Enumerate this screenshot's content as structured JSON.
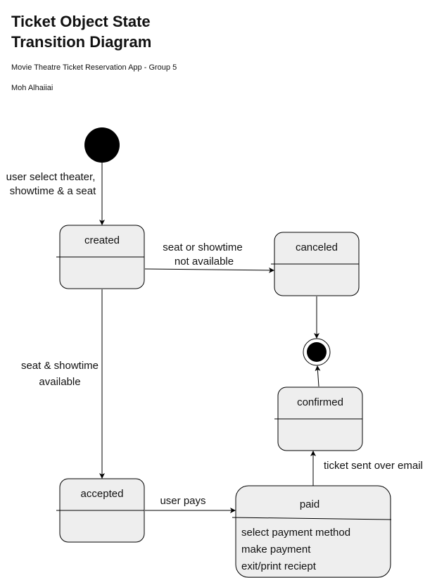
{
  "header": {
    "title": "Ticket Object State\nTransition Diagram",
    "subtitle": "Movie Theatre Ticket Reservation App - Group 5",
    "author": "Moh Alhaiiai"
  },
  "states": {
    "created": {
      "label": "created"
    },
    "canceled": {
      "label": "canceled"
    },
    "accepted": {
      "label": "accepted"
    },
    "confirmed": {
      "label": "confirmed"
    },
    "paid": {
      "label": "paid",
      "activities": [
        "select payment method",
        "make payment",
        "exit/print reciept"
      ]
    }
  },
  "transitions": {
    "initial_to_created": [
      "user select theater,",
      "showtime & a seat"
    ],
    "created_to_canceled": [
      "seat or showtime",
      "not available"
    ],
    "created_to_accepted": [
      "seat & showtime",
      "available"
    ],
    "accepted_to_paid": [
      "user pays"
    ],
    "paid_to_confirmed": [
      "ticket sent over email"
    ]
  },
  "colors": {
    "state_fill": "#eeeeee",
    "stroke": "#000000",
    "pseudostate": "#000000"
  }
}
